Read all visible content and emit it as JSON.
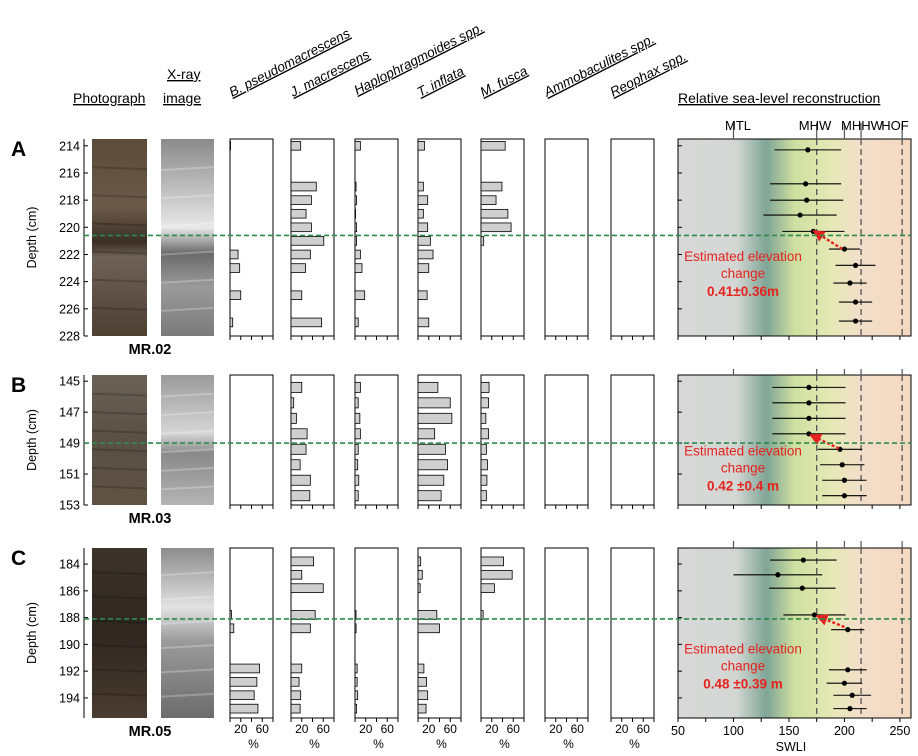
{
  "headers": {
    "photograph": "Photograph",
    "xray_line1": "X-ray",
    "xray_line2": "image",
    "reconstruction": "Relative sea-level reconstruction"
  },
  "taxa": [
    "B. pseudomacrescens",
    "J. macrescens",
    "Haplophragmoides spp.",
    "T. inflata",
    "M. fusca",
    "Ammobaculites spp.",
    "Reophax spp."
  ],
  "depth_label": "Depth (cm)",
  "pct_ticks": [
    "20",
    "60"
  ],
  "pct_unit": "%",
  "swli_ticks": [
    "50",
    "100",
    "150",
    "200",
    "250"
  ],
  "swli_label": "SWLI",
  "colors": {
    "photo_A": "#5a4a3a",
    "photo_B": "#645a4e",
    "photo_C": "#3e342b",
    "bar_fill": "#cfcfcf",
    "mtl_zone": "#d7d7d7",
    "mhw_zone": "#dfe6b4",
    "hot_zone": "#f2dccb",
    "green_line": "#2d8a4a",
    "arrow_red": "#e5231e",
    "text_red": "#e5231e"
  },
  "chart_data": [
    {
      "type": "bar",
      "panel": "A",
      "core": "MR.02",
      "depths": [
        214,
        215,
        216,
        217,
        218,
        219,
        220,
        221,
        222,
        223,
        224,
        225,
        226,
        227
      ],
      "ylim": [
        228,
        213.5
      ],
      "yticks": [
        214,
        216,
        218,
        220,
        222,
        224,
        226,
        228
      ],
      "xlim_pct": [
        0,
        80
      ],
      "event_depth": 220.6,
      "series": [
        {
          "name": "B. pseudomacrescens",
          "values": [
            1,
            0,
            0,
            0,
            0,
            0,
            0,
            0,
            15,
            18,
            0,
            20,
            0,
            5
          ]
        },
        {
          "name": "J. macrescens",
          "values": [
            18,
            0,
            0,
            47,
            38,
            28,
            38,
            61,
            36,
            27,
            0,
            20,
            0,
            57
          ]
        },
        {
          "name": "Haplophragmoides spp.",
          "values": [
            10,
            0,
            0,
            2,
            3,
            1,
            3,
            3,
            10,
            13,
            0,
            18,
            0,
            6
          ]
        },
        {
          "name": "T. inflata",
          "values": [
            12,
            0,
            0,
            10,
            18,
            10,
            18,
            23,
            28,
            20,
            0,
            17,
            0,
            20
          ]
        },
        {
          "name": "M. fusca",
          "values": [
            45,
            0,
            0,
            39,
            28,
            50,
            56,
            5,
            0,
            0,
            0,
            0,
            0,
            0
          ]
        },
        {
          "name": "Ammobaculites spp.",
          "values": [
            0,
            0,
            0,
            0,
            0,
            0,
            0,
            0,
            0,
            0,
            0,
            0,
            0,
            0
          ]
        },
        {
          "name": "Reophax spp.",
          "values": [
            0,
            0,
            0,
            0,
            0,
            0,
            0,
            0,
            0,
            0,
            0,
            0,
            0,
            0
          ]
        }
      ],
      "swli_points": [
        {
          "depth": 214.3,
          "swli": 167,
          "err": 30
        },
        {
          "depth": 216.8,
          "swli": 165,
          "err": 32
        },
        {
          "depth": 218.0,
          "swli": 166,
          "err": 33
        },
        {
          "depth": 219.1,
          "swli": 160,
          "err": 33
        },
        {
          "depth": 220.3,
          "swli": 172,
          "err": 28
        },
        {
          "depth": 221.6,
          "swli": 200,
          "err": 14
        },
        {
          "depth": 222.8,
          "swli": 210,
          "err": 18
        },
        {
          "depth": 224.1,
          "swli": 205,
          "err": 15
        },
        {
          "depth": 225.5,
          "swli": 210,
          "err": 15
        },
        {
          "depth": 226.9,
          "swli": 210,
          "err": 15
        }
      ],
      "arrow": {
        "from_depth": 221.6,
        "from_swli": 198,
        "to_depth": 220.3,
        "to_swli": 173
      },
      "annotation": {
        "line1": "Estimated elevation",
        "line2": "change",
        "value": "0.41±0.36m"
      },
      "ref_labels": [
        "MTL",
        "MHW",
        "MHHW",
        "HOF"
      ]
    },
    {
      "type": "bar",
      "panel": "B",
      "core": "MR.03",
      "depths": [
        145.4,
        146.4,
        147.4,
        148.4,
        149.4,
        150.4,
        151.4,
        152.4
      ],
      "ylim": [
        153,
        144.6
      ],
      "yticks": [
        145,
        147,
        149,
        151,
        153
      ],
      "xlim_pct": [
        0,
        80
      ],
      "event_depth": 149.0,
      "series": [
        {
          "name": "B. pseudomacrescens",
          "values": [
            0,
            0,
            0,
            0,
            0,
            0,
            0,
            0
          ]
        },
        {
          "name": "J. macrescens",
          "values": [
            20,
            5,
            10,
            30,
            28,
            17,
            36,
            35
          ]
        },
        {
          "name": "Haplophragmoides spp.",
          "values": [
            10,
            6,
            9,
            10,
            6,
            5,
            7,
            6
          ]
        },
        {
          "name": "T. inflata",
          "values": [
            37,
            60,
            63,
            31,
            51,
            55,
            48,
            43
          ]
        },
        {
          "name": "M. fusca",
          "values": [
            15,
            14,
            9,
            14,
            10,
            12,
            11,
            10
          ]
        },
        {
          "name": "Ammobaculites spp.",
          "values": [
            0,
            0,
            0,
            0,
            0,
            0,
            0,
            0
          ]
        },
        {
          "name": "Reophax spp.",
          "values": [
            0,
            0,
            0,
            0,
            0,
            0,
            0,
            0
          ]
        }
      ],
      "swli_points": [
        {
          "depth": 145.4,
          "swli": 168,
          "err": 33
        },
        {
          "depth": 146.4,
          "swli": 168,
          "err": 33
        },
        {
          "depth": 147.4,
          "swli": 168,
          "err": 33
        },
        {
          "depth": 148.4,
          "swli": 168,
          "err": 33
        },
        {
          "depth": 149.4,
          "swli": 196,
          "err": 20
        },
        {
          "depth": 150.4,
          "swli": 198,
          "err": 20
        },
        {
          "depth": 151.4,
          "swli": 200,
          "err": 20
        },
        {
          "depth": 152.4,
          "swli": 200,
          "err": 20
        }
      ],
      "arrow": {
        "from_depth": 149.35,
        "from_swli": 195,
        "to_depth": 148.5,
        "to_swli": 170
      },
      "annotation": {
        "line1": "Estimated elevation",
        "line2": "change",
        "value": "0.42 ±0.4 m"
      }
    },
    {
      "type": "bar",
      "panel": "C",
      "core": "MR.05",
      "depths": [
        183.8,
        184.8,
        185.8,
        186.8,
        187.8,
        188.8,
        189.8,
        190.8,
        191.8,
        192.8,
        193.8,
        194.8
      ],
      "ylim": [
        195.5,
        182.8
      ],
      "yticks": [
        184,
        186,
        188,
        190,
        192,
        194
      ],
      "xlim_pct": [
        0,
        80
      ],
      "event_depth": 188.1,
      "series": [
        {
          "name": "B. pseudomacrescens",
          "values": [
            0,
            0,
            0,
            0,
            3,
            7,
            0,
            0,
            55,
            50,
            45,
            52
          ]
        },
        {
          "name": "J. macrescens",
          "values": [
            42,
            20,
            60,
            0,
            45,
            36,
            0,
            0,
            20,
            15,
            18,
            17
          ]
        },
        {
          "name": "Haplophragmoides spp.",
          "values": [
            0,
            0,
            0,
            0,
            2,
            2,
            0,
            0,
            4,
            4,
            5,
            3
          ]
        },
        {
          "name": "T. inflata",
          "values": [
            5,
            8,
            4,
            0,
            35,
            40,
            0,
            0,
            11,
            16,
            18,
            15
          ]
        },
        {
          "name": "M. fusca",
          "values": [
            42,
            58,
            25,
            0,
            4,
            0,
            0,
            0,
            0,
            0,
            0,
            0
          ]
        },
        {
          "name": "Ammobaculites spp.",
          "values": [
            0,
            0,
            0,
            0,
            0,
            0,
            0,
            0,
            0,
            0,
            0,
            0
          ]
        },
        {
          "name": "Reophax spp.",
          "values": [
            0,
            0,
            0,
            0,
            0,
            0,
            0,
            0,
            0,
            0,
            0,
            0
          ]
        }
      ],
      "swli_points": [
        {
          "depth": 183.7,
          "swli": 163,
          "err": 30
        },
        {
          "depth": 184.8,
          "swli": 140,
          "err": 40
        },
        {
          "depth": 185.8,
          "swli": 162,
          "err": 30
        },
        {
          "depth": 187.8,
          "swli": 173,
          "err": 28
        },
        {
          "depth": 188.9,
          "swli": 203,
          "err": 15
        },
        {
          "depth": 191.9,
          "swli": 203,
          "err": 17
        },
        {
          "depth": 192.9,
          "swli": 200,
          "err": 16
        },
        {
          "depth": 193.8,
          "swli": 207,
          "err": 17
        },
        {
          "depth": 194.8,
          "swli": 205,
          "err": 15
        }
      ],
      "arrow": {
        "from_depth": 188.7,
        "from_swli": 200,
        "to_depth": 187.9,
        "to_swli": 176
      },
      "annotation": {
        "line1": "Estimated elevation",
        "line2": "change",
        "value": "0.48 ±0.39 m"
      }
    }
  ]
}
